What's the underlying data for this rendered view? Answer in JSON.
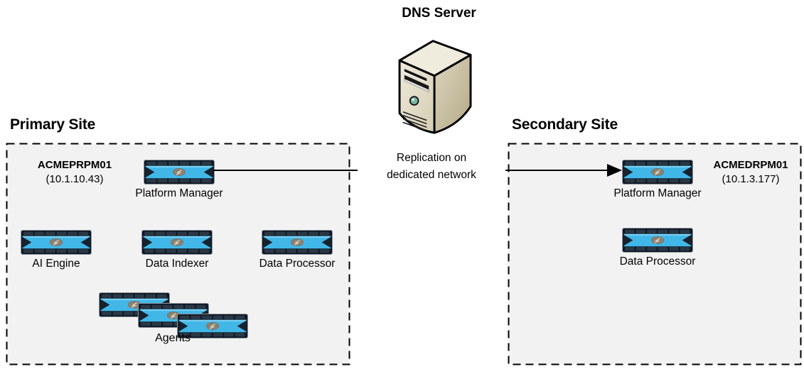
{
  "dns_server": {
    "label": "DNS Server"
  },
  "replication": {
    "line1": "Replication on",
    "line2": "dedicated network"
  },
  "primary_site": {
    "title": "Primary Site",
    "platform_manager": {
      "hostname": "ACMEPRPM01",
      "ip": "(10.1.10.43)",
      "label": "Platform Manager"
    },
    "ai_engine": {
      "label": "AI Engine"
    },
    "data_indexer": {
      "label": "Data Indexer"
    },
    "data_processor": {
      "label": "Data Processor"
    },
    "agents": {
      "label": "Agents"
    }
  },
  "secondary_site": {
    "title": "Secondary Site",
    "platform_manager": {
      "hostname": "ACMEDRPM01",
      "ip": "(10.1.3.177)",
      "label": "Platform Manager"
    },
    "data_processor": {
      "label": "Data Processor"
    }
  },
  "icons": {
    "appliance": "appliance-icon",
    "dns": "tower-server-icon"
  },
  "colors": {
    "appliance_blue": "#41b7e8",
    "appliance_frame": "#131e2a",
    "appliance_oval": "#8b8173",
    "server_front": "#e5e0cd",
    "server_side": "#cfc6a8",
    "server_top": "#efecdd",
    "server_button": "#79b6a3",
    "site_box_fill": "#f2f2f2",
    "line_color": "#000000"
  }
}
